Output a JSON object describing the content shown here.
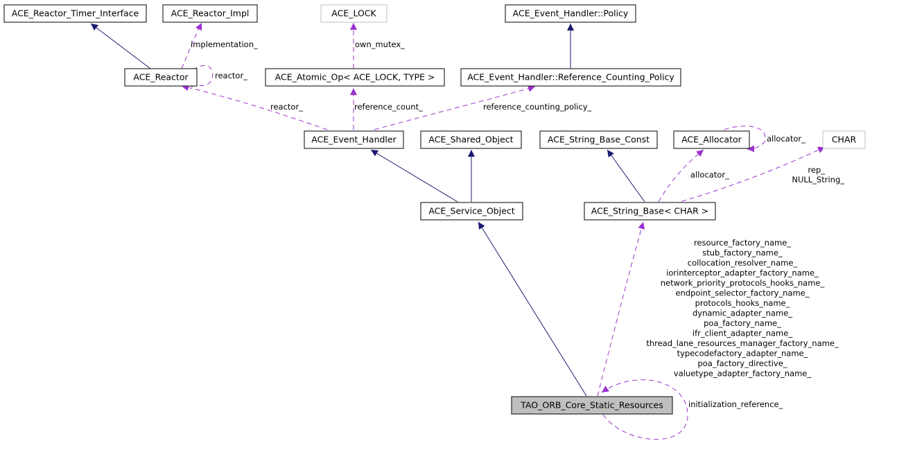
{
  "colors": {
    "inheritance_edge": "#191970",
    "usage_edge": "#9a32cd",
    "focus_fill": "#bfbfbf"
  },
  "nodes": {
    "reactor_timer_interface": "ACE_Reactor_Timer_Interface",
    "reactor_impl": "ACE_Reactor_Impl",
    "ace_lock": "ACE_LOCK",
    "policy": "ACE_Event_Handler::Policy",
    "reactor": "ACE_Reactor",
    "atomic_op": "ACE_Atomic_Op< ACE_LOCK, TYPE >",
    "ref_counting_policy": "ACE_Event_Handler::Reference_Counting_Policy",
    "event_handler": "ACE_Event_Handler",
    "shared_object": "ACE_Shared_Object",
    "string_base_const": "ACE_String_Base_Const",
    "allocator": "ACE_Allocator",
    "char": "CHAR",
    "service_object": "ACE_Service_Object",
    "string_base": "ACE_String_Base< CHAR >",
    "static_resources": "TAO_ORB_Core_Static_Resources"
  },
  "edge_labels": {
    "implementation": "implementation_",
    "reactor_self": "reactor_",
    "own_mutex": "own_mutex_",
    "reactor": "reactor_",
    "reference_count": "reference_count_",
    "reference_counting_policy": "reference_counting_policy_",
    "allocator_self": "allocator_",
    "allocator": "allocator_",
    "rep": "rep_",
    "null_string": "NULL_String_",
    "initialization_reference": "initialization_reference_",
    "string_members": [
      "resource_factory_name_",
      "stub_factory_name_",
      "collocation_resolver_name_",
      "iorinterceptor_adapter_factory_name_",
      "network_priority_protocols_hooks_name_",
      "endpoint_selector_factory_name_",
      "protocols_hooks_name_",
      "dynamic_adapter_name_",
      "poa_factory_name_",
      "ifr_client_adapter_name_",
      "thread_lane_resources_manager_factory_name_",
      "typecodefactory_adapter_name_",
      "poa_factory_directive_",
      "valuetype_adapter_factory_name_"
    ]
  }
}
